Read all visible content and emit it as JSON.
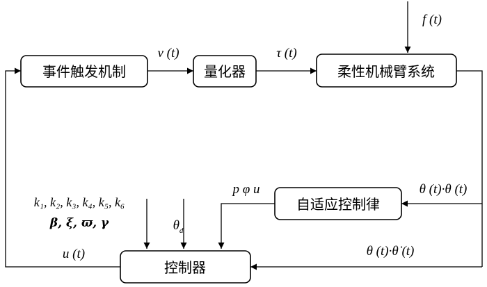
{
  "blocks": {
    "event_trigger": "事件触发机制",
    "quantizer": "量化器",
    "arm_system": "柔性机械臂系统",
    "adaptive_law": "自适应控制律",
    "controller": "控制器"
  },
  "signals": {
    "v": "v (t)",
    "tau": "τ (t)",
    "f": "f (t)",
    "theta_out": "θ (t)·θ (t)",
    "theta_fb": "θ (t)·θ̇ (t)",
    "adaptive_params": "p φ u",
    "u": "u (t)",
    "gains_k": "k₁, k₂, k₃, k₄, k₅, k₆",
    "gains_greek": "β, ξ, ϖ, γ",
    "theta_d": "θd"
  }
}
